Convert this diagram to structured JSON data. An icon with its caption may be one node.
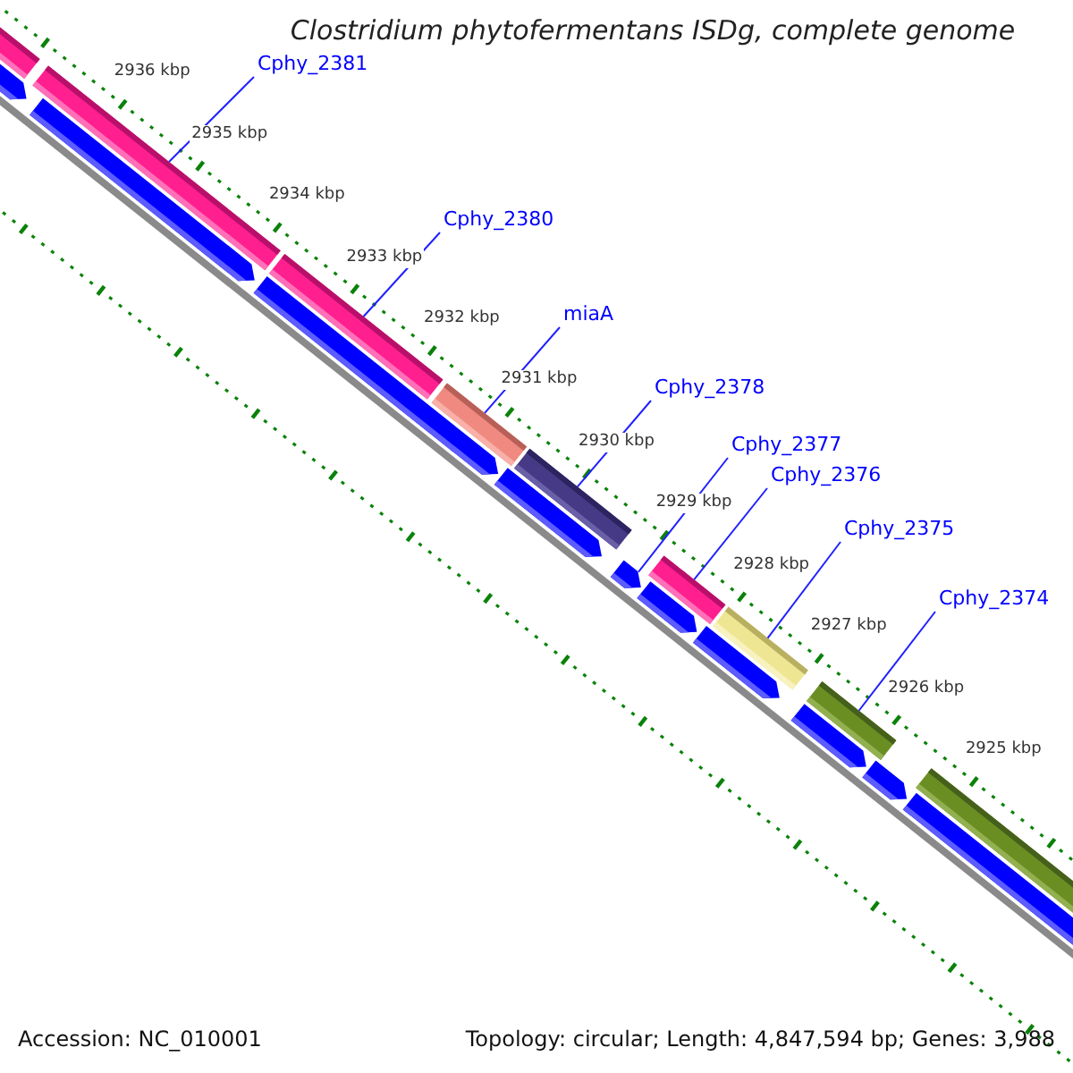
{
  "diagram": {
    "title": "Clostridium phytofermentans ISDg, complete genome",
    "nodes": [
      {
        "text": [
          "Cphy_2381"
        ]
      },
      {
        "text": [
          "Cphy_2380"
        ]
      },
      {
        "text": [
          "miaA"
        ]
      },
      {
        "text": [
          "Cphy_2378"
        ]
      },
      {
        "text": [
          "Cphy_2377"
        ]
      },
      {
        "text": [
          "Cphy_2376"
        ]
      },
      {
        "text": [
          "Cphy_2375"
        ]
      },
      {
        "text": [
          "Cphy_2374"
        ]
      },
      {
        "text": [],
        "shape": "bar"
      },
      {
        "text": [],
        "shape": "bar"
      },
      {
        "text": [],
        "shape": "bar"
      },
      {
        "text": [],
        "shape": "bar"
      },
      {
        "text": [],
        "shape": "bar"
      },
      {
        "text": [],
        "shape": "bar"
      },
      {
        "text": [],
        "shape": "bar"
      },
      {
        "text": [],
        "shape": "bar"
      }
    ],
    "edges": [
      {
        "from": 0,
        "to": 8,
        "arrow": "none"
      },
      {
        "from": 1,
        "to": 9,
        "arrow": "none"
      },
      {
        "from": 2,
        "to": 10,
        "arrow": "none"
      },
      {
        "from": 3,
        "to": 11,
        "arrow": "none"
      },
      {
        "from": 4,
        "to": 12,
        "arrow": "none"
      },
      {
        "from": 5,
        "to": 13,
        "arrow": "none"
      },
      {
        "from": 6,
        "to": 14,
        "arrow": "none"
      },
      {
        "from": 7,
        "to": 15,
        "arrow": "none"
      }
    ],
    "labels": [
      "2936 kbp",
      "2935 kbp",
      "2934 kbp",
      "2933 kbp",
      "2932 kbp",
      "2931 kbp",
      "2930 kbp",
      "2929 kbp",
      "2928 kbp",
      "2927 kbp",
      "2926 kbp",
      "2925 kbp",
      "Accession: NC_010001",
      "Topology: circular; Length: 4,847,594 bp; Genes: 3,988"
    ]
  }
}
